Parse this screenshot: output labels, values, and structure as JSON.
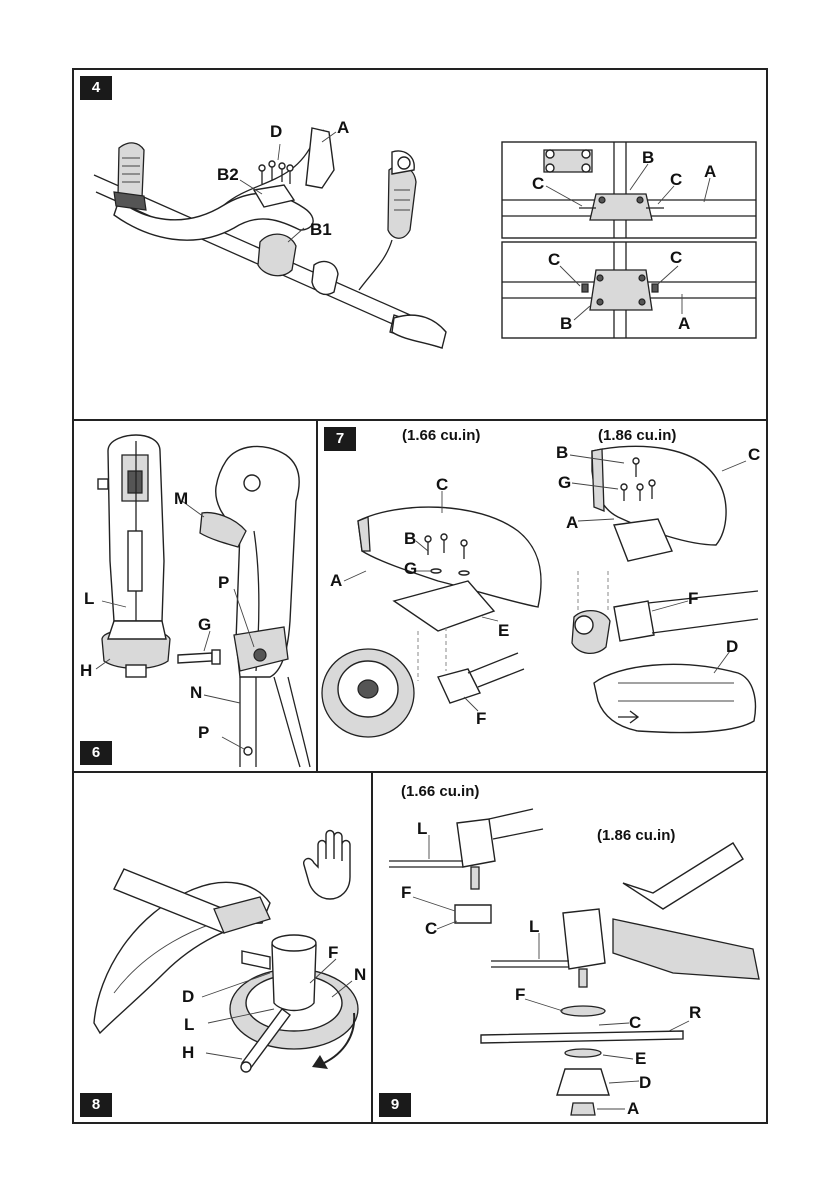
{
  "figures": {
    "fig4": {
      "number": "4",
      "labels": {
        "d": "D",
        "a": "A",
        "b2": "B2",
        "b1": "B1"
      },
      "inset": {
        "b": "B",
        "c": "C",
        "a": "A"
      }
    },
    "fig6": {
      "number": "6",
      "labels": {
        "m": "M",
        "l": "L",
        "h": "H",
        "p": "P",
        "g": "G",
        "n": "N"
      }
    },
    "fig7": {
      "number": "7",
      "caption_left": "(1.66 cu.in)",
      "caption_right": "(1.86 cu.in)",
      "labels": {
        "a": "A",
        "b": "B",
        "c": "C",
        "d": "D",
        "e": "E",
        "f": "F",
        "g": "G"
      }
    },
    "fig8": {
      "number": "8",
      "labels": {
        "d": "D",
        "f": "F",
        "l": "L",
        "n": "N",
        "h": "H"
      },
      "icons": [
        "hand-stop-icon",
        "rotation-arrow-icon"
      ]
    },
    "fig9": {
      "number": "9",
      "caption_left": "(1.66 cu.in)",
      "caption_right": "(1.86 cu.in)",
      "labels": {
        "l": "L",
        "f": "F",
        "c": "C",
        "r": "R",
        "e": "E",
        "d": "D",
        "a": "A"
      }
    }
  }
}
